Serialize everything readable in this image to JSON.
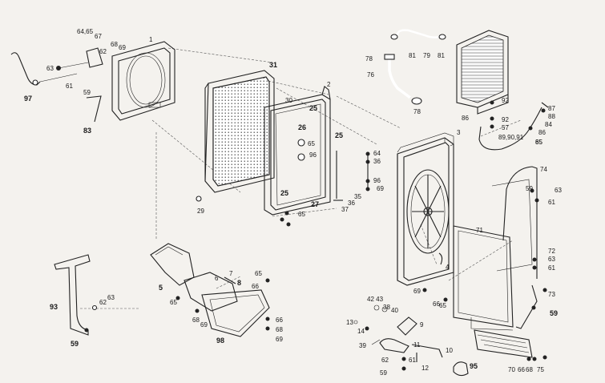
{
  "labels": {
    "p1": "1",
    "p2": "2",
    "p3": "3",
    "p4": "4",
    "p5": "5",
    "p6": "6",
    "p7": "7",
    "p8": "8",
    "p9": "9",
    "p10": "10",
    "p11": "11",
    "p12": "12",
    "p13": "13",
    "p14": "14",
    "p25a": "25",
    "p25b": "25",
    "p25c": "25",
    "p26": "26",
    "p27": "27",
    "p29": "29",
    "p30": "30",
    "p31": "31",
    "p35": "35",
    "p36a": "36",
    "p36b": "36",
    "p37": "37",
    "p38": "38",
    "p39": "39",
    "p40": "40",
    "p4243": "42 43",
    "p57": "57",
    "p59a": "59",
    "p59b": "59",
    "p59c": "59",
    "p59d": "59",
    "p59e": "59",
    "p61a": "61",
    "p61b": "61",
    "p61c": "61",
    "p61d": "61",
    "p62a": "62",
    "p62b": "62",
    "p62c": "62",
    "p63a": "63",
    "p63b": "63",
    "p63c": "63",
    "p63d": "63",
    "p64": "64",
    "p6465": "64,65",
    "p65a": "65",
    "p65b": "65",
    "p65c": "65",
    "p65d": "65",
    "p65e": "65",
    "p65f": "65",
    "p66a": "66",
    "p66b": "66",
    "p66c": "66",
    "p66d": "66",
    "p67": "67",
    "p68a": "68",
    "p68b": "68",
    "p68c": "68",
    "p68d": "68",
    "p69a": "69",
    "p69b": "69",
    "p69c": "69",
    "p69d": "69",
    "p69e": "69",
    "p70": "70",
    "p71": "71",
    "p72": "72",
    "p73": "73",
    "p74": "74",
    "p75": "75",
    "p76": "76",
    "p78a": "78",
    "p78b": "78",
    "p79": "79",
    "p81a": "81",
    "p81b": "81",
    "p83": "83",
    "p84": "84",
    "p85": "85",
    "p86a": "86",
    "p86b": "86",
    "p87": "87",
    "p88": "88",
    "p899091": "89,90,91",
    "p92a": "92",
    "p92b": "92",
    "p93": "93",
    "p95": "95",
    "p96a": "96",
    "p96b": "96",
    "p97": "97",
    "p98": "98"
  }
}
